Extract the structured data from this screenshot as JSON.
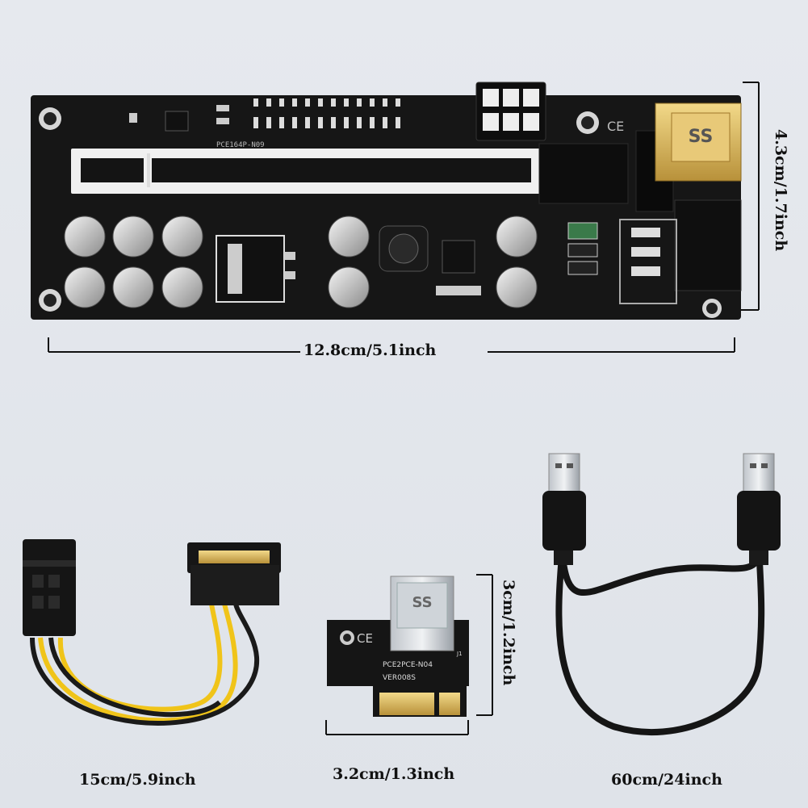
{
  "dimensions": {
    "riser_height": "4.3cm/1.7inch",
    "riser_width": "12.8cm/5.1inch",
    "adapter_height": "3cm/1.2inch",
    "adapter_width": "3.2cm/1.3inch",
    "power_cable_length": "15cm/5.9inch",
    "usb_cable_length": "60cm/24inch"
  },
  "riser_board": {
    "model": "PCE164P-N09"
  },
  "adapter_board": {
    "model": "PCE2PCE-N04",
    "version": "VER008S",
    "connector_id": "J1",
    "ce_mark": "CE",
    "usb_logo": "SS"
  },
  "colors": {
    "pcb": "#151515",
    "slot": "#eeeeee",
    "gold": "#d9b253",
    "cable_yellow": "#f0c419",
    "cable_black": "#1a1a1a"
  }
}
